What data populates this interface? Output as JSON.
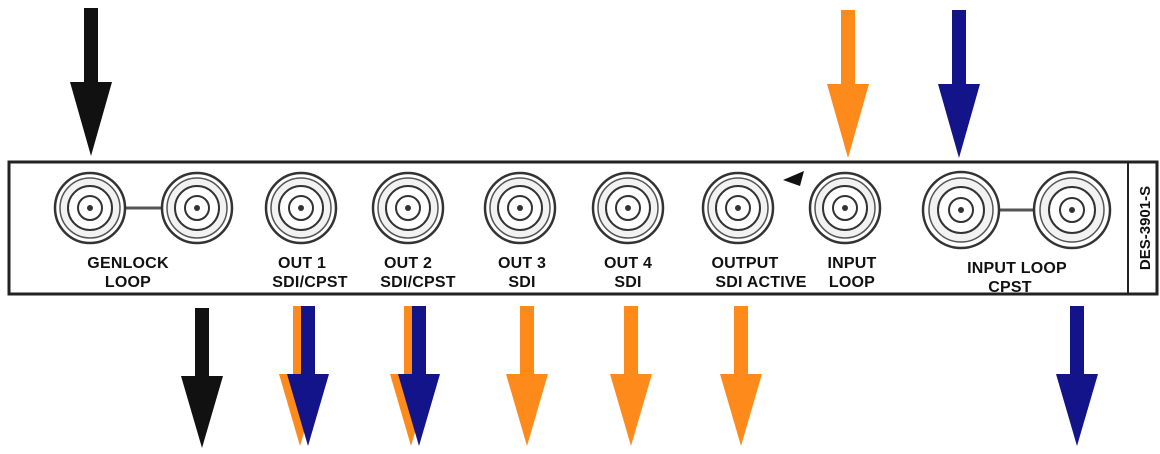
{
  "panel": {
    "model": "DES-3901-S",
    "connectors": [
      {
        "id": "genlock-a",
        "label1": "GENLOCK",
        "label2": "LOOP"
      },
      {
        "id": "genlock-b",
        "label1": "",
        "label2": ""
      },
      {
        "id": "out1",
        "label1": "OUT 1",
        "label2": "SDI/CPST"
      },
      {
        "id": "out2",
        "label1": "OUT 2",
        "label2": "SDI/CPST"
      },
      {
        "id": "out3",
        "label1": "OUT 3",
        "label2": "SDI"
      },
      {
        "id": "out4",
        "label1": "OUT 4",
        "label2": "SDI"
      },
      {
        "id": "output-active",
        "label1": "OUTPUT",
        "label2": "SDI ACTIVE"
      },
      {
        "id": "input",
        "label1": "INPUT",
        "label2": "LOOP"
      },
      {
        "id": "input-loop-a",
        "label1": "INPUT LOOP",
        "label2": "CPST"
      },
      {
        "id": "input-loop-b",
        "label1": "",
        "label2": ""
      }
    ]
  },
  "colors": {
    "black": "#111111",
    "orange": "#ff8a1c",
    "blue": "#13138a",
    "panel_fill": "#ffffff",
    "panel_stroke": "#222222"
  }
}
